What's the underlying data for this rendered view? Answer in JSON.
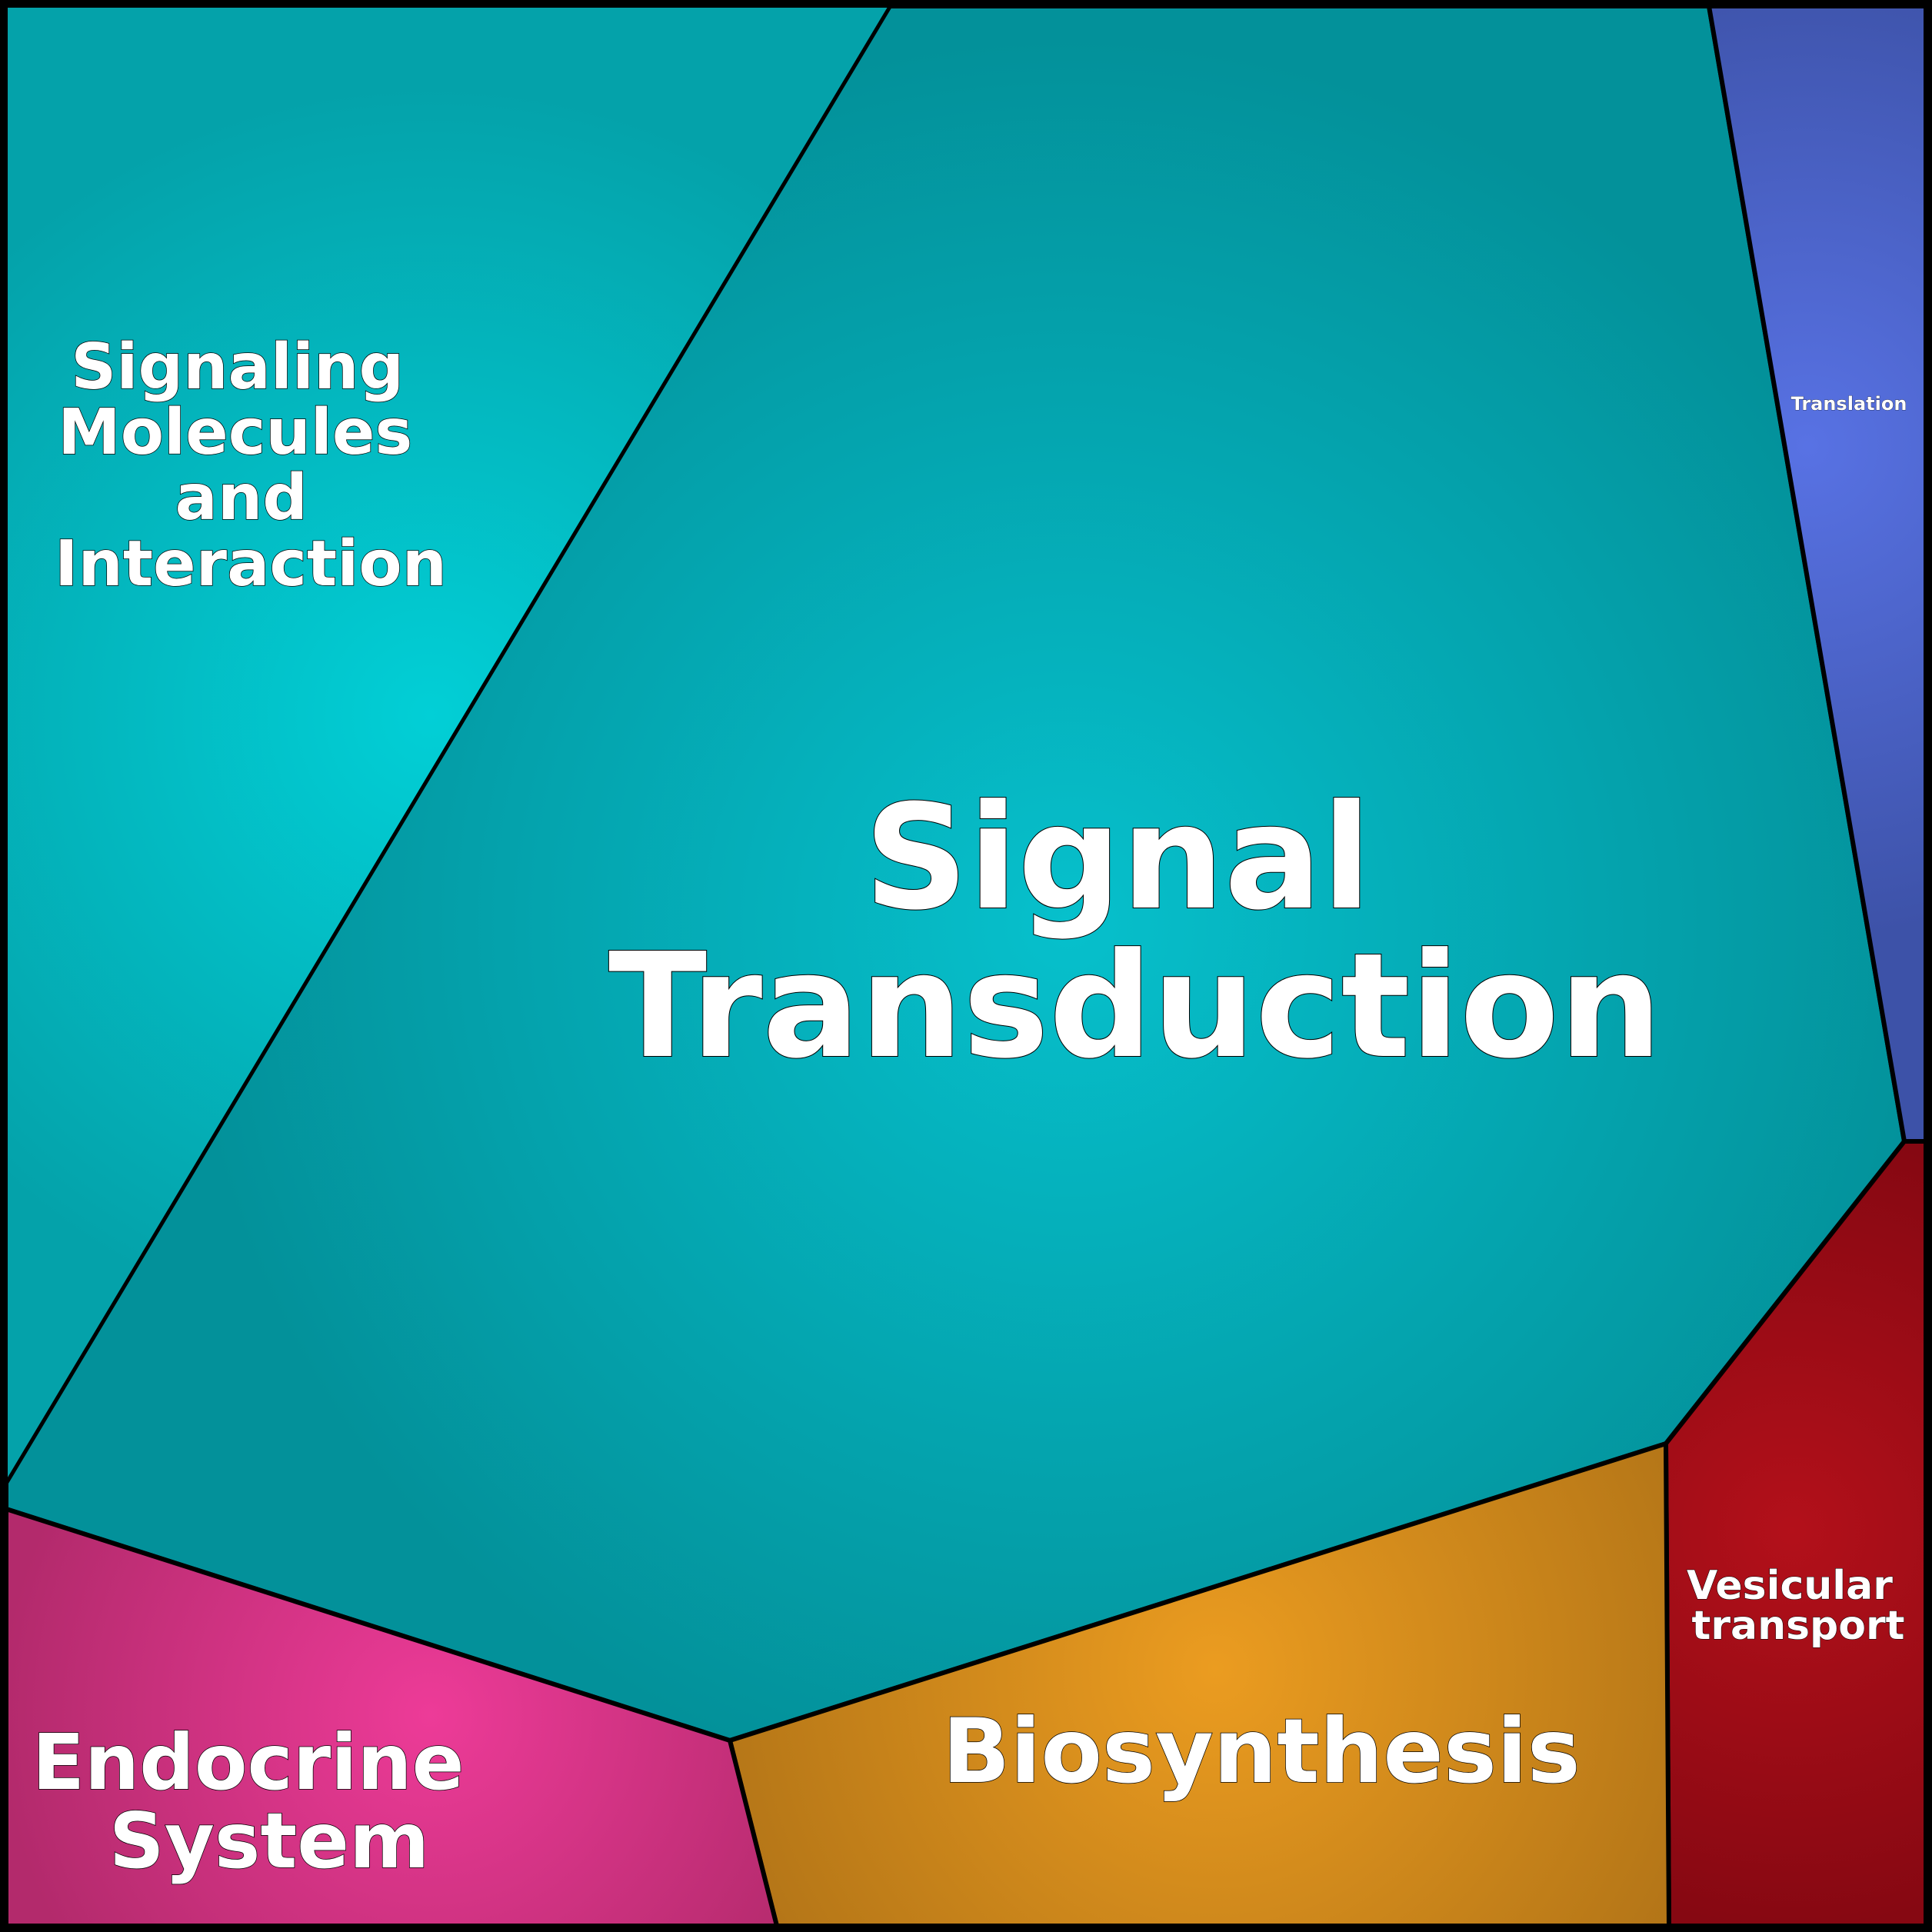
{
  "treemap": {
    "cells": [
      {
        "id": "signal-transduction",
        "lines": [
          "Signal",
          "Transduction"
        ],
        "color_center": "#06c0cc",
        "color_edge": "#03919a"
      },
      {
        "id": "signaling-molecules",
        "lines": [
          "Signaling",
          "Molecules",
          "and",
          "Interaction"
        ],
        "color_center": "#02cfd6",
        "color_edge": "#04a2aa"
      },
      {
        "id": "translation",
        "lines": [
          "Translation"
        ],
        "color_center": "#5872e4",
        "color_edge": "#3d52a8"
      },
      {
        "id": "vesicular-transport",
        "lines": [
          "Vesicular",
          "transport"
        ],
        "color_center": "#b3101a",
        "color_edge": "#860812"
      },
      {
        "id": "biosynthesis",
        "lines": [
          "Biosynthesis"
        ],
        "color_center": "#eb9c20",
        "color_edge": "#ac7016"
      },
      {
        "id": "endocrine-system",
        "lines": [
          "Endocrine",
          "System"
        ],
        "color_center": "#ed3b98",
        "color_edge": "#b32a6c"
      }
    ]
  }
}
